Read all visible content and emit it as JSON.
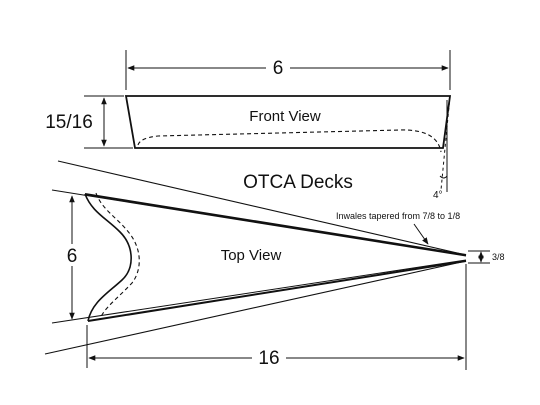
{
  "title": "OTCA Decks",
  "front_view": {
    "label": "Front View",
    "width_dim": "6",
    "height_dim": "15/16",
    "angle_dim": "4°"
  },
  "top_view": {
    "label": "Top View",
    "depth_dim": "6",
    "length_dim": "16",
    "tip_dim": "3/8",
    "note": "Inwales tapered from 7/8 to 1/8"
  }
}
